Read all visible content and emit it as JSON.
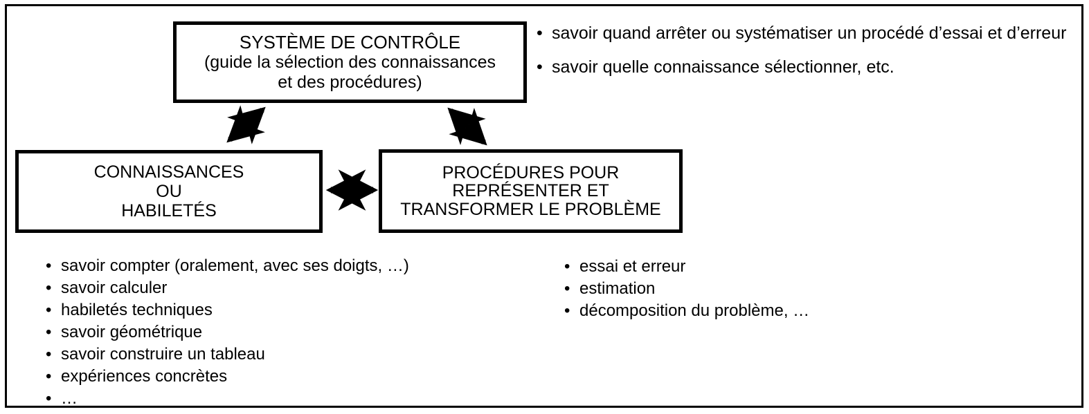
{
  "diagram": {
    "title": "Système de contrôle, connaissances et procédures",
    "frame_color": "#000000",
    "background_color": "#ffffff",
    "text_color": "#000000"
  },
  "boxes": {
    "control": {
      "line_1": "SYSTÈME DE CONTRÔLE",
      "line_2": "(guide la sélection des connaissances",
      "line_3": "et des procédures)"
    },
    "knowledge": {
      "line_1": "CONNAISSANCES",
      "line_2": "OU",
      "line_3": "HABILETÉS"
    },
    "procedures": {
      "line_1": "PROCÉDURES POUR",
      "line_2": "REPRÉSENTER ET",
      "line_3": "TRANSFORMER LE PROBLÈME"
    }
  },
  "lists": {
    "bullet_glyph": "•",
    "control_items": [
      "savoir quand arrêter ou systématiser un procédé d’essai et d’erreur",
      "savoir quelle connaissance sélectionner, etc."
    ],
    "knowledge_items": [
      "savoir compter (oralement, avec ses doigts, …)",
      "savoir calculer",
      "habiletés techniques",
      "savoir géométrique",
      "savoir construire un tableau",
      "expériences concrètes",
      "…"
    ],
    "procedures_items": [
      "essai et erreur",
      "estimation",
      "décomposition du problème, …"
    ]
  },
  "arrows": [
    {
      "name": "arrow-control-knowledge",
      "style": "double-headed-diagonal",
      "from": "CONNAISSANCES OU HABILETÉS",
      "to": "SYSTÈME DE CONTRÔLE"
    },
    {
      "name": "arrow-control-procedures",
      "style": "double-headed-diagonal",
      "from": "SYSTÈME DE CONTRÔLE",
      "to": "PROCÉDURES POUR REPRÉSENTER ET TRANSFORMER LE PROBLÈME"
    },
    {
      "name": "arrow-knowledge-procedures",
      "style": "double-headed-horizontal",
      "from": "CONNAISSANCES OU HABILETÉS",
      "to": "PROCÉDURES POUR REPRÉSENTER ET TRANSFORMER LE PROBLÈME"
    }
  ]
}
